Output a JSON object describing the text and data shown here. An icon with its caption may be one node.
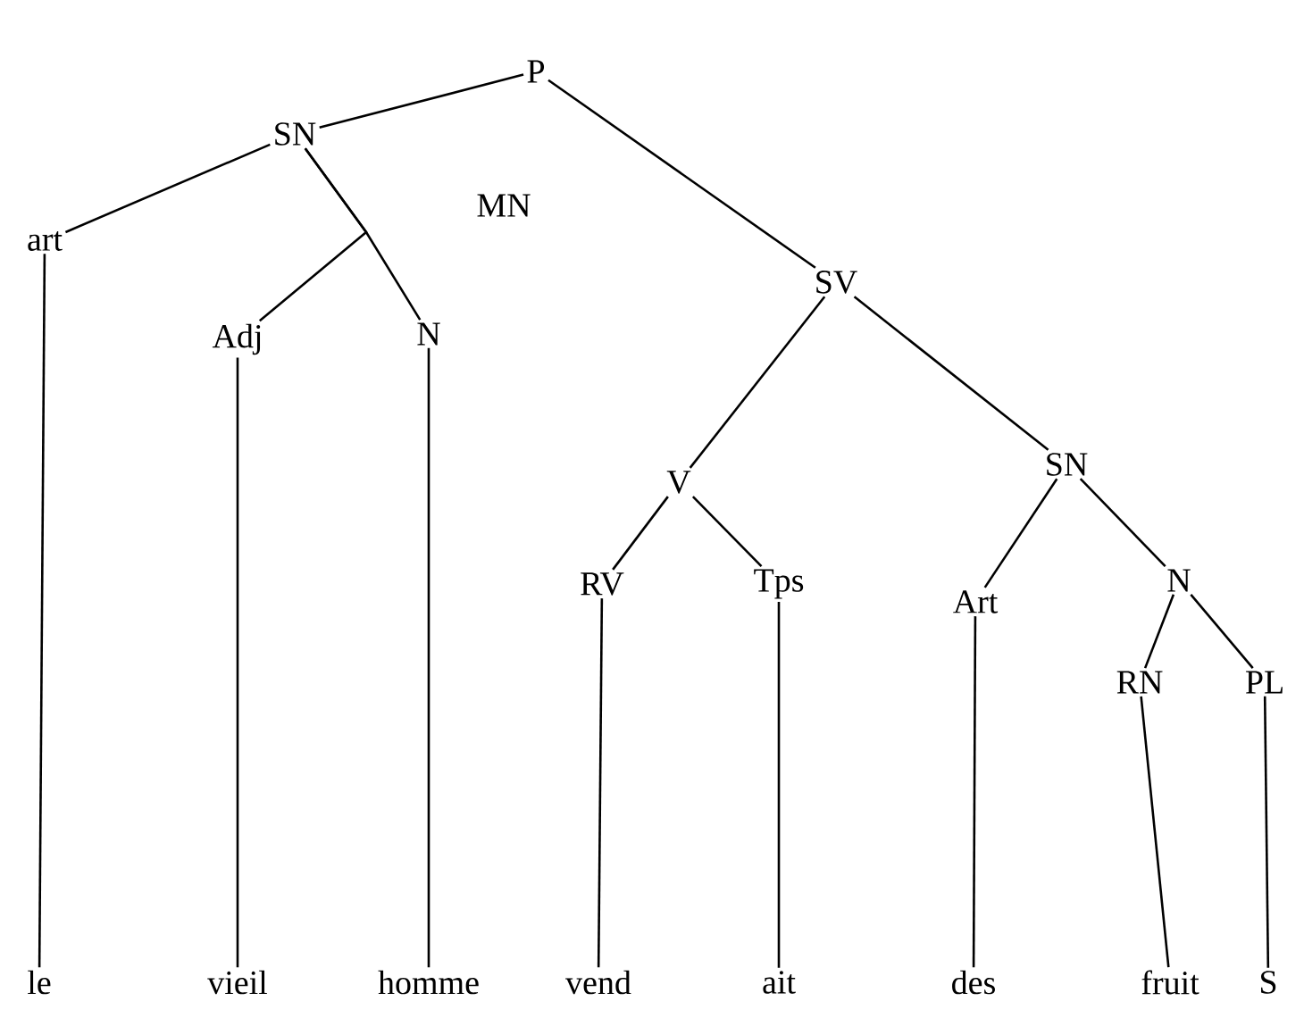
{
  "diagram": {
    "nodes": [
      {
        "text": [
          "P"
        ]
      },
      {
        "text": [
          "SN"
        ]
      },
      {
        "text": [
          "art"
        ]
      },
      {
        "text": [
          "SV"
        ]
      },
      {
        "text": [
          "Adj"
        ]
      },
      {
        "text": [
          "N"
        ]
      },
      {
        "text": [
          "SN"
        ]
      },
      {
        "text": [
          "V"
        ]
      },
      {
        "text": [
          "RV"
        ]
      },
      {
        "text": [
          "Tps"
        ]
      },
      {
        "text": [
          "Art"
        ]
      },
      {
        "text": [
          "N"
        ]
      },
      {
        "text": [
          "RN"
        ]
      },
      {
        "text": [
          "PL"
        ]
      },
      {
        "text": [
          "le"
        ]
      },
      {
        "text": [
          "vieil"
        ]
      },
      {
        "text": [
          "homme"
        ]
      },
      {
        "text": [
          "vend"
        ]
      },
      {
        "text": [
          "ait"
        ]
      },
      {
        "text": [
          "des"
        ]
      },
      {
        "text": [
          "fruit"
        ]
      },
      {
        "text": [
          "S"
        ]
      }
    ],
    "edges": [
      {
        "from": 0,
        "to": 1,
        "arrow": "none"
      },
      {
        "from": 0,
        "to": 3,
        "arrow": "none"
      },
      {
        "from": 1,
        "to": 2,
        "arrow": "none"
      },
      {
        "from": 1,
        "to": 4,
        "arrow": "none"
      },
      {
        "from": 1,
        "to": 5,
        "arrow": "none"
      },
      {
        "from": 3,
        "to": 7,
        "arrow": "none"
      },
      {
        "from": 3,
        "to": 6,
        "arrow": "none"
      },
      {
        "from": 7,
        "to": 8,
        "arrow": "none"
      },
      {
        "from": 7,
        "to": 9,
        "arrow": "none"
      },
      {
        "from": 6,
        "to": 10,
        "arrow": "none"
      },
      {
        "from": 6,
        "to": 11,
        "arrow": "none"
      },
      {
        "from": 11,
        "to": 12,
        "arrow": "none"
      },
      {
        "from": 11,
        "to": 13,
        "arrow": "none"
      },
      {
        "from": 2,
        "to": 14,
        "arrow": "none"
      },
      {
        "from": 4,
        "to": 15,
        "arrow": "none"
      },
      {
        "from": 5,
        "to": 16,
        "arrow": "none"
      },
      {
        "from": 8,
        "to": 17,
        "arrow": "none"
      },
      {
        "from": 9,
        "to": 18,
        "arrow": "none"
      },
      {
        "from": 10,
        "to": 19,
        "arrow": "none"
      },
      {
        "from": 12,
        "to": 20,
        "arrow": "none"
      },
      {
        "from": 13,
        "to": 21,
        "arrow": "none"
      }
    ],
    "labels": [
      "MN"
    ]
  }
}
